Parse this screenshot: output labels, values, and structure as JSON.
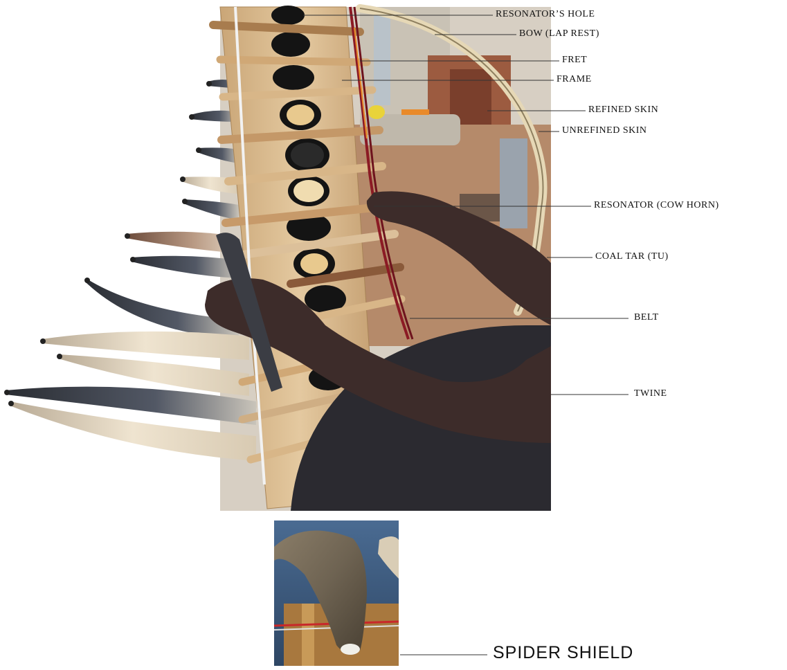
{
  "labels": {
    "resonators_hole": "RESONATOR’S HOLE",
    "bow": "BOW (LAP REST)",
    "fret": "FRET",
    "frame": "FRAME",
    "refined_skin": "REFINED SKIN",
    "unrefined_skin": "UNREFINED SKIN",
    "resonator": "RESONATOR (COW HORN)",
    "coal_tar": "COAL TAR (TU)",
    "belt": "BELT",
    "twine": "TWINE",
    "spider_shield": "SPIDER SHIELD"
  },
  "colors": {
    "background": "#ffffff",
    "leader_line": "#333333",
    "wood_frame": "#d9b98f",
    "wood_fret": "#b88a5a",
    "horn_light": "#e9dcc6",
    "horn_dark": "#33373f",
    "bow": "#e6d8b6",
    "ground": "#b58a6a",
    "wall": "#c9c2b5",
    "clothing": "#2b2a30",
    "skin_tone": "#3d2c2a",
    "tar_black": "#141414",
    "twine_red": "#8b1a24",
    "inset_background": "#3b5577"
  }
}
